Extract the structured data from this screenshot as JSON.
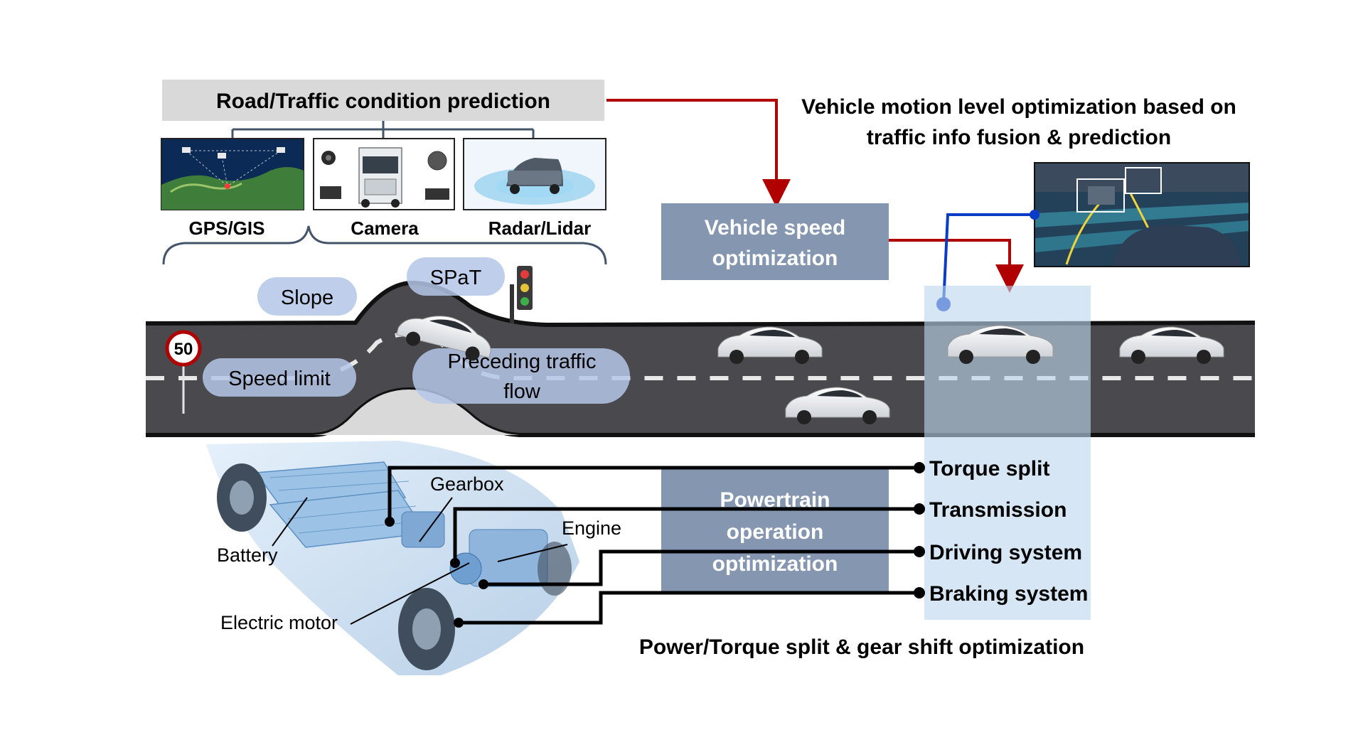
{
  "header_box": {
    "label": "Road/Traffic condition prediction"
  },
  "sensors": [
    {
      "label": "GPS/GIS"
    },
    {
      "label": "Camera"
    },
    {
      "label": "Radar/Lidar"
    }
  ],
  "vehicle_motion": {
    "line1": "Vehicle motion level optimization based on",
    "line2": "traffic info fusion & prediction"
  },
  "speed_opt": {
    "line1": "Vehicle speed",
    "line2": "optimization"
  },
  "road_labels": {
    "slope": "Slope",
    "spat": "SPaT",
    "speed_limit": "Speed limit",
    "preceding_line1": "Preceding traffic",
    "preceding_line2": "flow",
    "sign_value": "50"
  },
  "powertrain_opt": {
    "line1": "Powertrain",
    "line2": "operation",
    "line3": "optimization"
  },
  "components": {
    "gearbox": "Gearbox",
    "engine": "Engine",
    "battery": "Battery",
    "electric_motor": "Electric motor"
  },
  "outputs": [
    {
      "label": "Torque split"
    },
    {
      "label": "Transmission"
    },
    {
      "label": "Driving system"
    },
    {
      "label": "Braking system"
    }
  ],
  "footer": {
    "label": "Power/Torque split & gear shift optimization"
  },
  "colors": {
    "red_arrow": "#b00000",
    "blue_line": "#0a3cc8",
    "opt_box": "#8496b0",
    "highlight_band": "#bdd7ee",
    "road": "#4a4a4e",
    "bubble": "#b4c7e7"
  }
}
